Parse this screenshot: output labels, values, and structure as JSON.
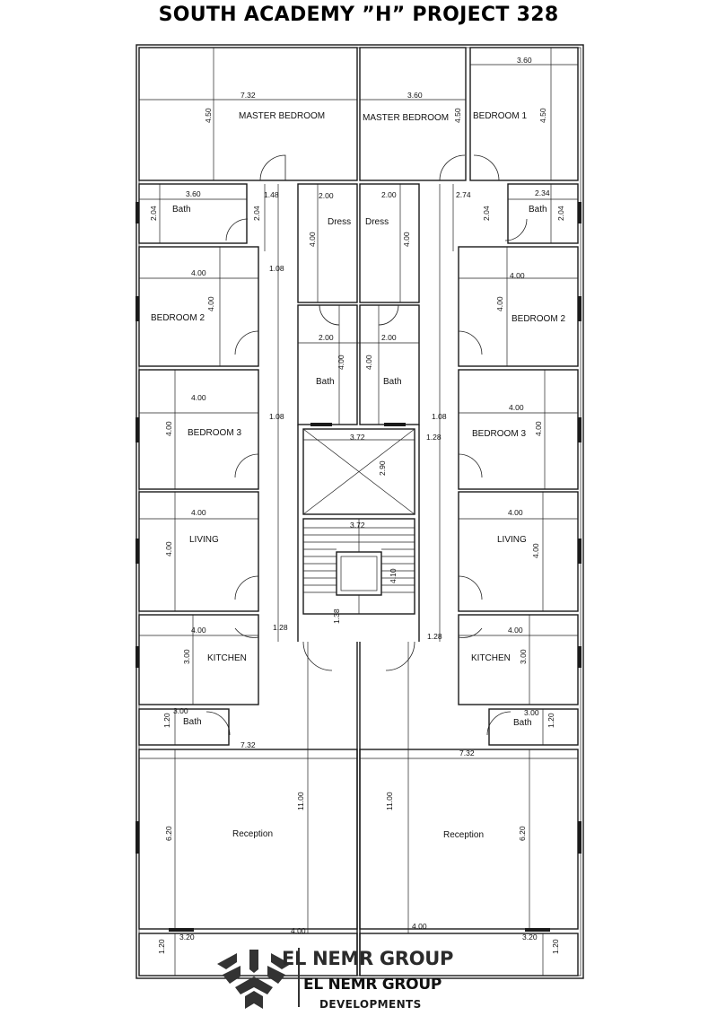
{
  "title": "SOUTH ACADEMY ”H” PROJECT 328",
  "rooms": {
    "master_left": "MASTER BEDROOM",
    "master_mid": "MASTER BEDROOM",
    "bedroom1": "BEDROOM 1",
    "bath": "Bath",
    "dress": "Dress",
    "bedroom2": "BEDROOM 2",
    "bedroom3": "BEDROOM 3",
    "living": "LIVING",
    "kitchen": "KITCHEN",
    "reception": "Reception"
  },
  "dims": {
    "d732": "7.32",
    "d360": "3.60",
    "d450": "4.50",
    "d148": "1.48",
    "d200": "2.00",
    "d274": "2.74",
    "d234": "2.34",
    "d204": "2.04",
    "d400": "4.00",
    "d108": "1.08",
    "d372": "3.72",
    "d128": "1.28",
    "d290": "2.90",
    "d410": "4.10",
    "d138": "1.38",
    "d300": "3.00",
    "d120": "1.20",
    "d1100": "11.00",
    "d620": "6.20",
    "d320": "3.20"
  },
  "brand": {
    "line1": "EL NEMR GROUP",
    "line2": "EL NEMR GROUP",
    "line3": "DEVELOPMENTS"
  }
}
